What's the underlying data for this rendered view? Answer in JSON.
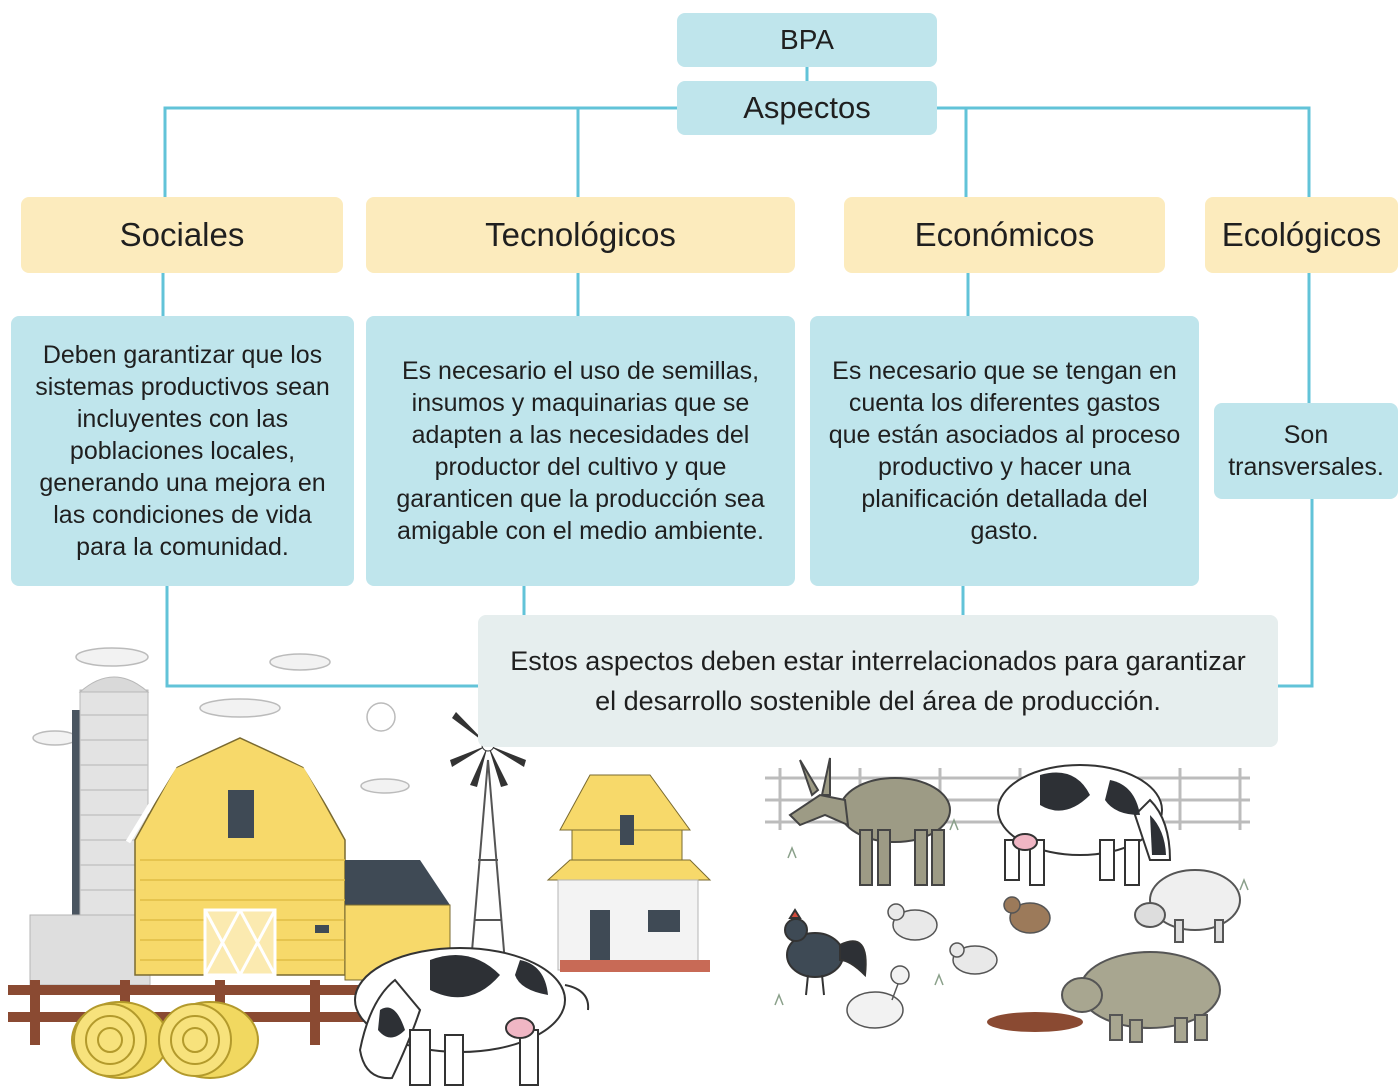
{
  "diagram": {
    "root": "BPA",
    "subtitle": "Aspectos",
    "aspects": [
      {
        "title": "Sociales",
        "description": "Deben garantizar que los sistemas productivos sean incluyentes con las poblaciones locales, generando una mejora en las condiciones de vida para la comunidad."
      },
      {
        "title": "Tecnológicos",
        "description": "Es necesario el uso de semillas, insumos y maquinarias que se adapten a las necesidades del productor del cultivo y que garanticen que la producción sea amigable con el medio ambiente."
      },
      {
        "title": "Económicos",
        "description": "Es necesario que se tengan en cuenta los diferentes gastos que están asociados al proceso productivo y hacer una planificación detallada del gasto."
      },
      {
        "title": "Ecológicos",
        "description": "Son transversales."
      }
    ],
    "conclusion": "Estos aspectos deben estar interrelacionados para garantizar el desarrollo sostenible del área de producción."
  },
  "illustrations": {
    "farm": "farm-illustration",
    "animals": "farm-animals-illustration"
  },
  "colors": {
    "connector": "#62c3d8",
    "blue_box": "#bfe5ec",
    "yellow_box": "#fcebbd",
    "grey_box": "#e6eeee"
  }
}
